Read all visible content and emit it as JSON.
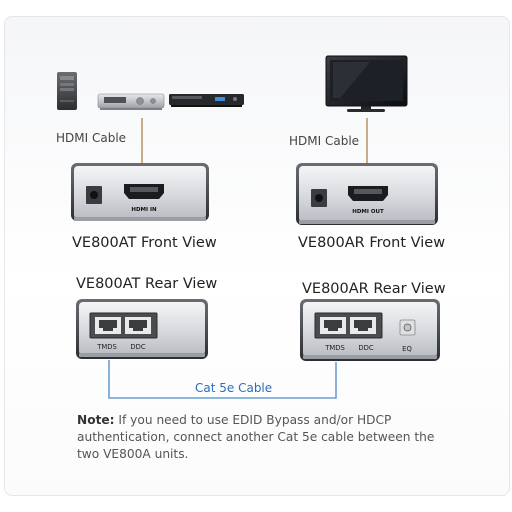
{
  "labels": {
    "hdmi_cable_left": "HDMI Cable",
    "hdmi_cable_right": "HDMI Cable",
    "front_left": "VE800AT Front View",
    "front_right": "VE800AR Front View",
    "rear_left": "VE800AT Rear View",
    "rear_right": "VE800AR Rear View",
    "cat5_cable": "Cat 5e Cable"
  },
  "ports": {
    "hdmi_in": "HDMI IN",
    "hdmi_out": "HDMI OUT",
    "tmds_left": "TMDS",
    "ddc_left": "DDC",
    "tmds_right": "TMDS",
    "ddc_right": "DDC",
    "eq": "EQ"
  },
  "note": {
    "prefix": "Note:",
    "text": "If you need to use EDID Bypass and/or HDCP authentication, connect another Cat 5e cable between the two VE800A units."
  },
  "colors": {
    "cable_tan": "#c9ad86",
    "cable_blue": "#6aa0d4",
    "accent_text": "#2d6fb5"
  },
  "icons": {
    "source_devices": [
      "pc-tower-icon",
      "av-receiver-icon",
      "dvd-player-icon"
    ],
    "display_device": "tv-monitor-icon"
  }
}
